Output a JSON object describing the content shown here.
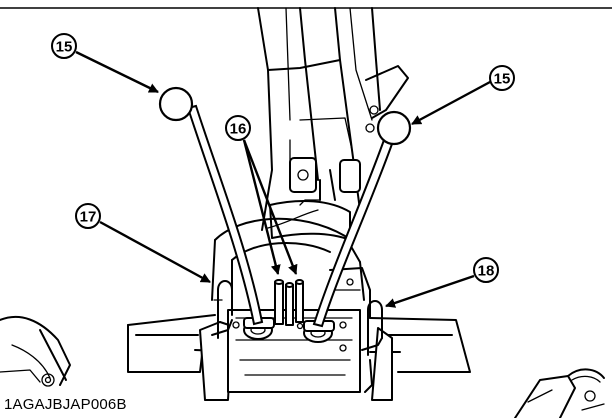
{
  "figure_code": "1AGAJBJAP006B",
  "callouts": {
    "lever_left": "15",
    "lever_right": "15",
    "pins": "16",
    "lock_left": "17",
    "lock_right": "18"
  }
}
